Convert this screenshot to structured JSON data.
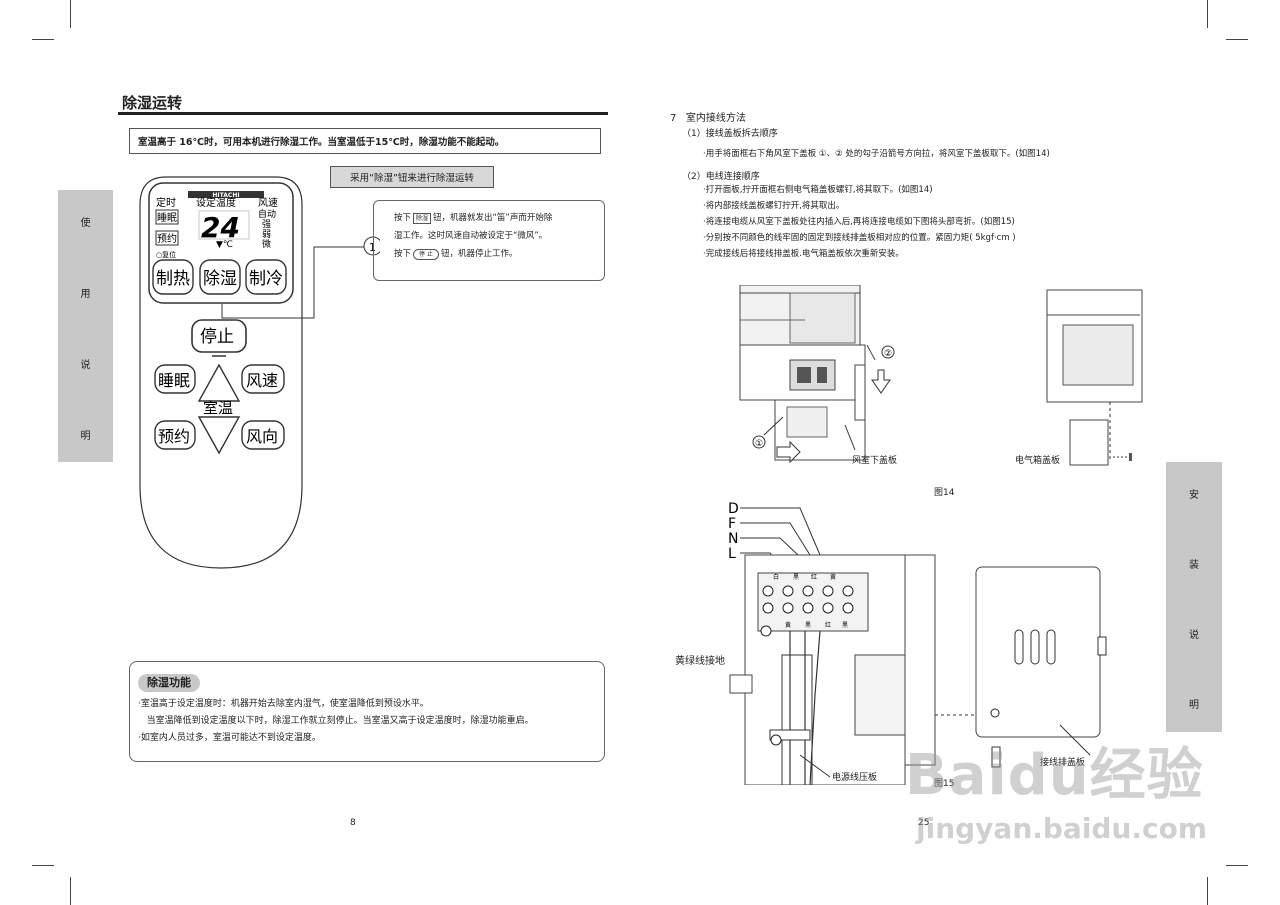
{
  "left": {
    "title": "除湿运转",
    "note": "室温高于 16℃时，可用本机进行除湿工作。当室温低于15℃时，除湿功能不能起动。",
    "chip": "采用“除湿”钮来进行除湿运转",
    "side_tab": [
      "使",
      "用",
      "说",
      "明"
    ],
    "remote": {
      "brand": "HITACHI",
      "label_timer": "定时",
      "label_set_temp": "设定温度",
      "label_fan": "风速",
      "fan_levels": [
        "自动",
        "强",
        "弱",
        "微"
      ],
      "display_temp": "24",
      "unit": "▼℃",
      "reset_label": "○复位",
      "btn_sleep_small": "睡眠",
      "btn_timer_small": "预约",
      "btn_heat": "制热",
      "btn_dry": "除湿",
      "btn_cool": "制冷",
      "btn_stop": "停止",
      "btn_sleep": "睡眠",
      "btn_fan_speed": "风速",
      "btn_room_temp": "室温",
      "btn_timer": "预约",
      "btn_direction": "风向"
    },
    "callout_number": "1",
    "instr": {
      "line1_pre": "按下",
      "key_dry": "除湿",
      "line1_post": "钮，机器就发出“笛”声而开始除",
      "line2": "湿工作。这时风速自动被设定于“微风”。",
      "line3_pre": "按下",
      "key_stop": "停 止",
      "line3_post": "钮，机器停止工作。"
    },
    "func": {
      "title": "除湿功能",
      "lines": [
        "·室温高于设定温度时：机器开始去除室内湿气，使室温降低到预设水平。",
        "   当室温降低到设定温度以下时，除湿工作就立刻停止。当室温又高于设定温度时，除湿功能重启。",
        "·如室内人员过多，室温可能达不到设定温度。"
      ]
    },
    "page_number": "8"
  },
  "right": {
    "section": "7   室内接线方法",
    "sub1": "（1）接线盖板拆去顺序",
    "sub1_line": "·用手将面框右下角风室下盖板 ①、② 处的勾子沿箭号方向拉，将风室下盖板取下。(如图14)",
    "sub2": "（2）电线连接顺序",
    "sub2_lines": [
      "·打开面板,拧开面框右侧电气箱盖板螺钉,将其取下。(如图14)",
      "·将内部接线盖板螺钉拧开,将其取出。",
      "·将连接电缆从风室下盖板处往内插入后,再将连接电缆如下图将头部弯折。(如图15)",
      "·分别按不同颜色的线牢固的固定到接线排盖板相对应的位置。紧固力矩( 5kgf·cm )",
      "·完成接线后将接线排盖板.电气箱盖板依次重新安装。"
    ],
    "fig14": {
      "label_cover": "风室下盖板",
      "label_box": "电气箱盖板",
      "caption": "图14",
      "marker1": "①",
      "marker2": "②"
    },
    "fig15": {
      "letters": [
        "D",
        "F",
        "N",
        "L"
      ],
      "wire_colors": [
        "白",
        "黑",
        "红",
        "黄"
      ],
      "term_labels": [
        "黄",
        "黑",
        "红",
        "黑"
      ],
      "label_ground": "黄绿线接地",
      "label_clamp": "电源线压板",
      "label_cover": "接线排盖板",
      "caption": "图15"
    },
    "side_tab": [
      "安",
      "装",
      "说",
      "明"
    ],
    "page_number": "25"
  },
  "watermark": {
    "brand": "Baidu经验",
    "url": "jingyan.baidu.com"
  }
}
